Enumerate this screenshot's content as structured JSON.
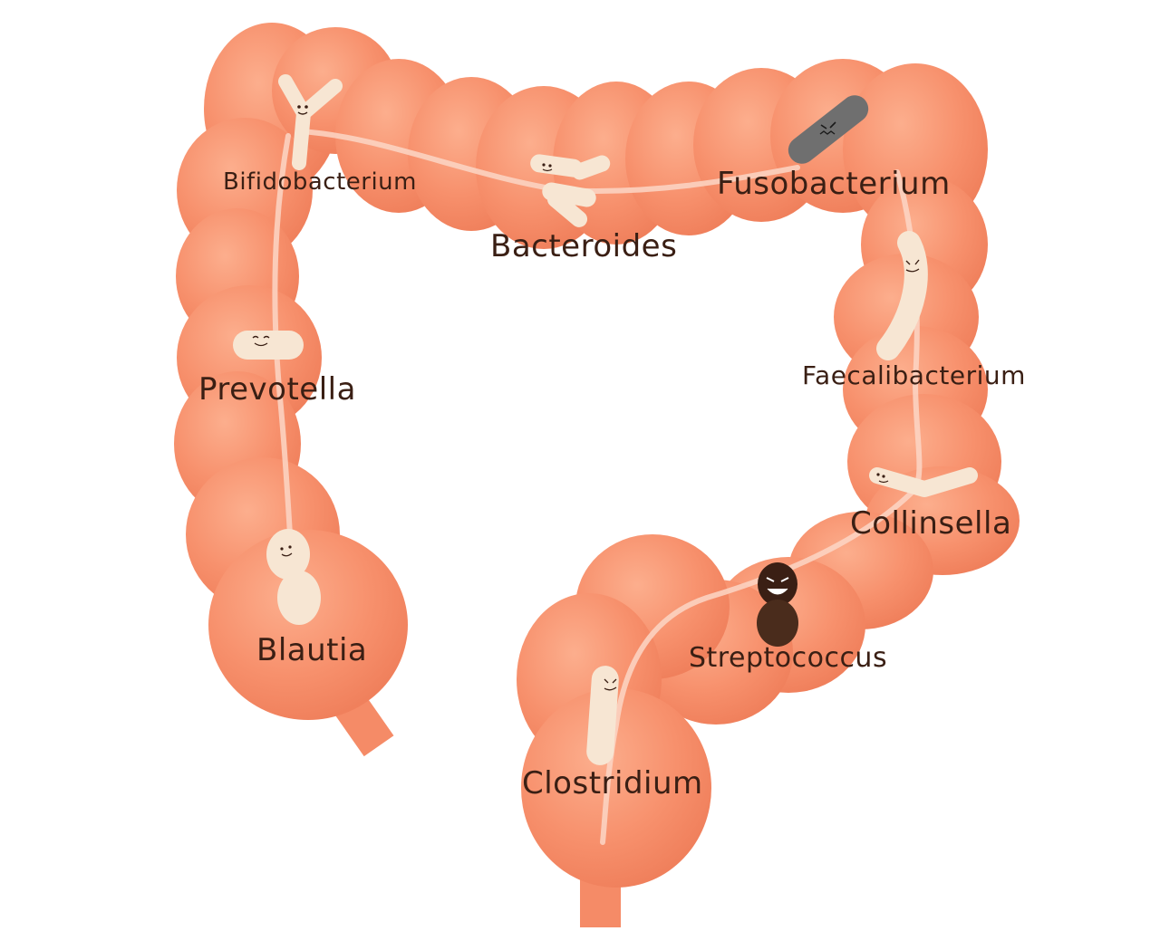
{
  "diagram": {
    "colors": {
      "colon_fill": "#f7906c",
      "colon_shadow": "#ec7a57",
      "colon_highlight": "#fdb394",
      "lumen_line": "#fbd3c4",
      "bacteria_light": "#f7e6d3",
      "bacteria_dark": "#4a2c1c",
      "bacteria_grey": "#6f6f6f",
      "label_text": "#3a1f14"
    },
    "labels": {
      "bifidobacterium": "Bifidobacterium",
      "bacteroides": "Bacteroides",
      "fusobacterium": "Fusobacterium",
      "prevotella": "Prevotella",
      "faecalibacterium": "Faecalibacterium",
      "collinsella": "Collinsella",
      "blautia": "Blautia",
      "streptococcus": "Streptococcus",
      "clostridium": "Clostridium"
    }
  }
}
